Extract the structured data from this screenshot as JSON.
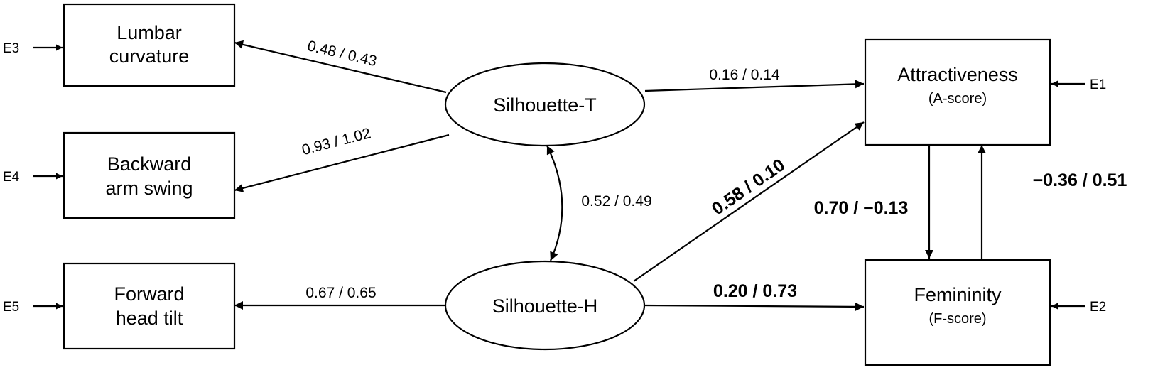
{
  "nodes": {
    "lumbar": {
      "line1": "Lumbar",
      "line2": "curvature"
    },
    "backward": {
      "line1": "Backward",
      "line2": "arm swing"
    },
    "forward": {
      "line1": "Forward",
      "line2": "head tilt"
    },
    "sil_t": {
      "label": "Silhouette-T"
    },
    "sil_h": {
      "label": "Silhouette-H"
    },
    "attract": {
      "label": "Attractiveness",
      "sub": "(A-score)"
    },
    "femin": {
      "label": "Femininity",
      "sub": "(F-score)"
    }
  },
  "errors": {
    "e1": "E1",
    "e2": "E2",
    "e3": "E3",
    "e4": "E4",
    "e5": "E5"
  },
  "coefficients": {
    "t_lumbar": "0.48 / 0.43",
    "t_backward": "0.93 / 1.02",
    "t_attract": "0.16 / 0.14",
    "t_h_cov": "0.52 / 0.49",
    "h_attract": "0.58 / 0.10",
    "h_forward": "0.67 / 0.65",
    "h_femin": "0.20 / 0.73",
    "attract_femin": "0.70 / −0.13",
    "femin_attract": "−0.36 / 0.51"
  }
}
